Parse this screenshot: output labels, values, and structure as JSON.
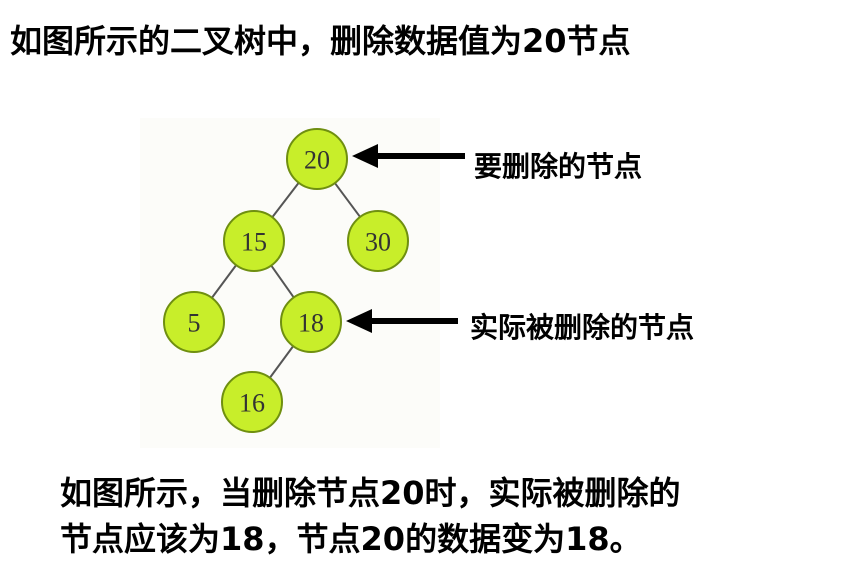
{
  "title": "如图所示的二叉树中，删除数据值为20节点",
  "tree": {
    "nodes": [
      {
        "id": "n20",
        "label": "20"
      },
      {
        "id": "n15",
        "label": "15"
      },
      {
        "id": "n30",
        "label": "30"
      },
      {
        "id": "n5",
        "label": "5"
      },
      {
        "id": "n18",
        "label": "18"
      },
      {
        "id": "n16",
        "label": "16"
      }
    ],
    "edges": [
      [
        "n20",
        "n15"
      ],
      [
        "n20",
        "n30"
      ],
      [
        "n15",
        "n5"
      ],
      [
        "n15",
        "n18"
      ],
      [
        "n18",
        "n16"
      ]
    ],
    "node_fill": "#c8ee2a",
    "node_stroke": "#6f8f10"
  },
  "annotations": {
    "delete_target": "要删除的节点",
    "actual_deleted": "实际被删除的节点"
  },
  "conclusion": {
    "line1": "如图所示，当删除节点20时，实际被删除的",
    "line2": "节点应该为18，节点20的数据变为18。"
  }
}
